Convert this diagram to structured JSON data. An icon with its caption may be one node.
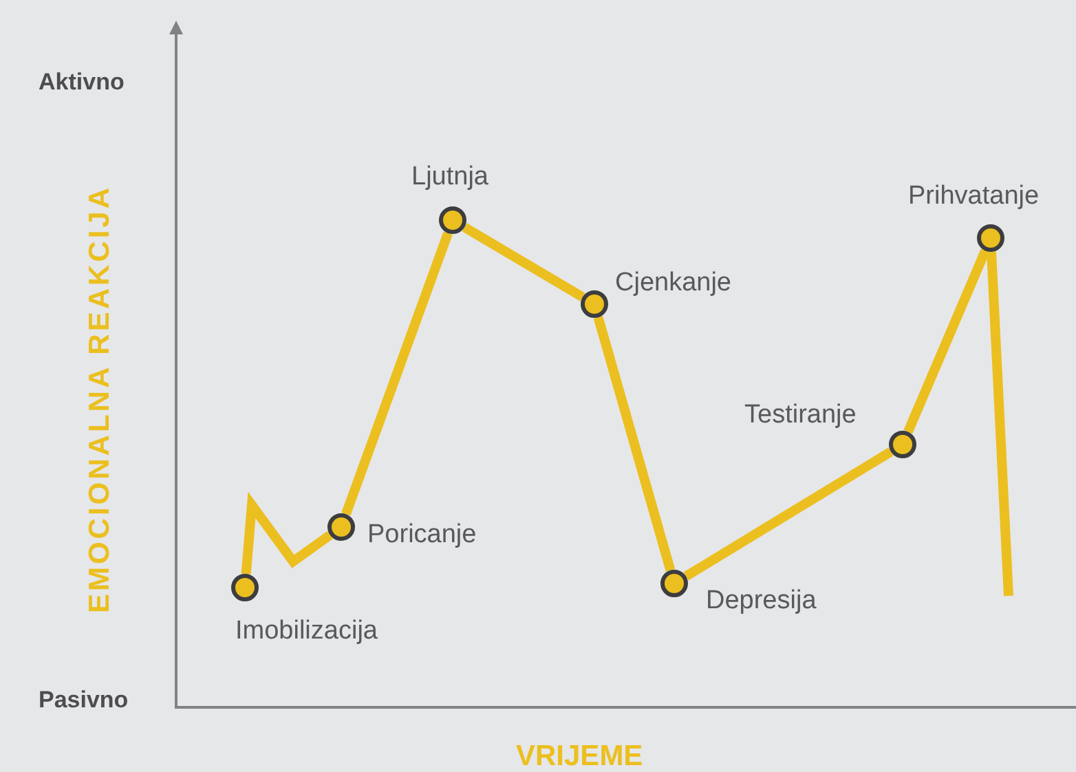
{
  "diagram": {
    "nodes": [
      {
        "text": [],
        "shape": "circle",
        "beside": [
          "Imobilizacija"
        ]
      },
      {
        "text": [],
        "shape": "circle",
        "beside": [
          "Poricanje"
        ]
      },
      {
        "text": [],
        "shape": "circle",
        "beside": [
          "Ljutnja"
        ]
      },
      {
        "text": [],
        "shape": "circle",
        "beside": [
          "Cjenkanje"
        ]
      },
      {
        "text": [],
        "shape": "circle",
        "beside": [
          "Depresija"
        ]
      },
      {
        "text": [],
        "shape": "circle",
        "beside": [
          "Testiranje"
        ]
      },
      {
        "text": [],
        "shape": "circle",
        "beside": [
          "Prihvatanje"
        ]
      }
    ],
    "edges": [
      {
        "from": 0,
        "to": 1,
        "arrow": "none"
      },
      {
        "from": 1,
        "to": 2,
        "arrow": "none"
      },
      {
        "from": 2,
        "to": 3,
        "arrow": "none"
      },
      {
        "from": 3,
        "to": 4,
        "arrow": "none"
      },
      {
        "from": 4,
        "to": 5,
        "arrow": "none"
      },
      {
        "from": 5,
        "to": 6,
        "arrow": "none"
      },
      {
        "from": 6,
        "to": null,
        "arrow": "none"
      }
    ],
    "labels": [
      "Aktivno",
      "EMOCIONALNA REAKCIJA",
      "Pasivno",
      "VRIJEME"
    ]
  }
}
